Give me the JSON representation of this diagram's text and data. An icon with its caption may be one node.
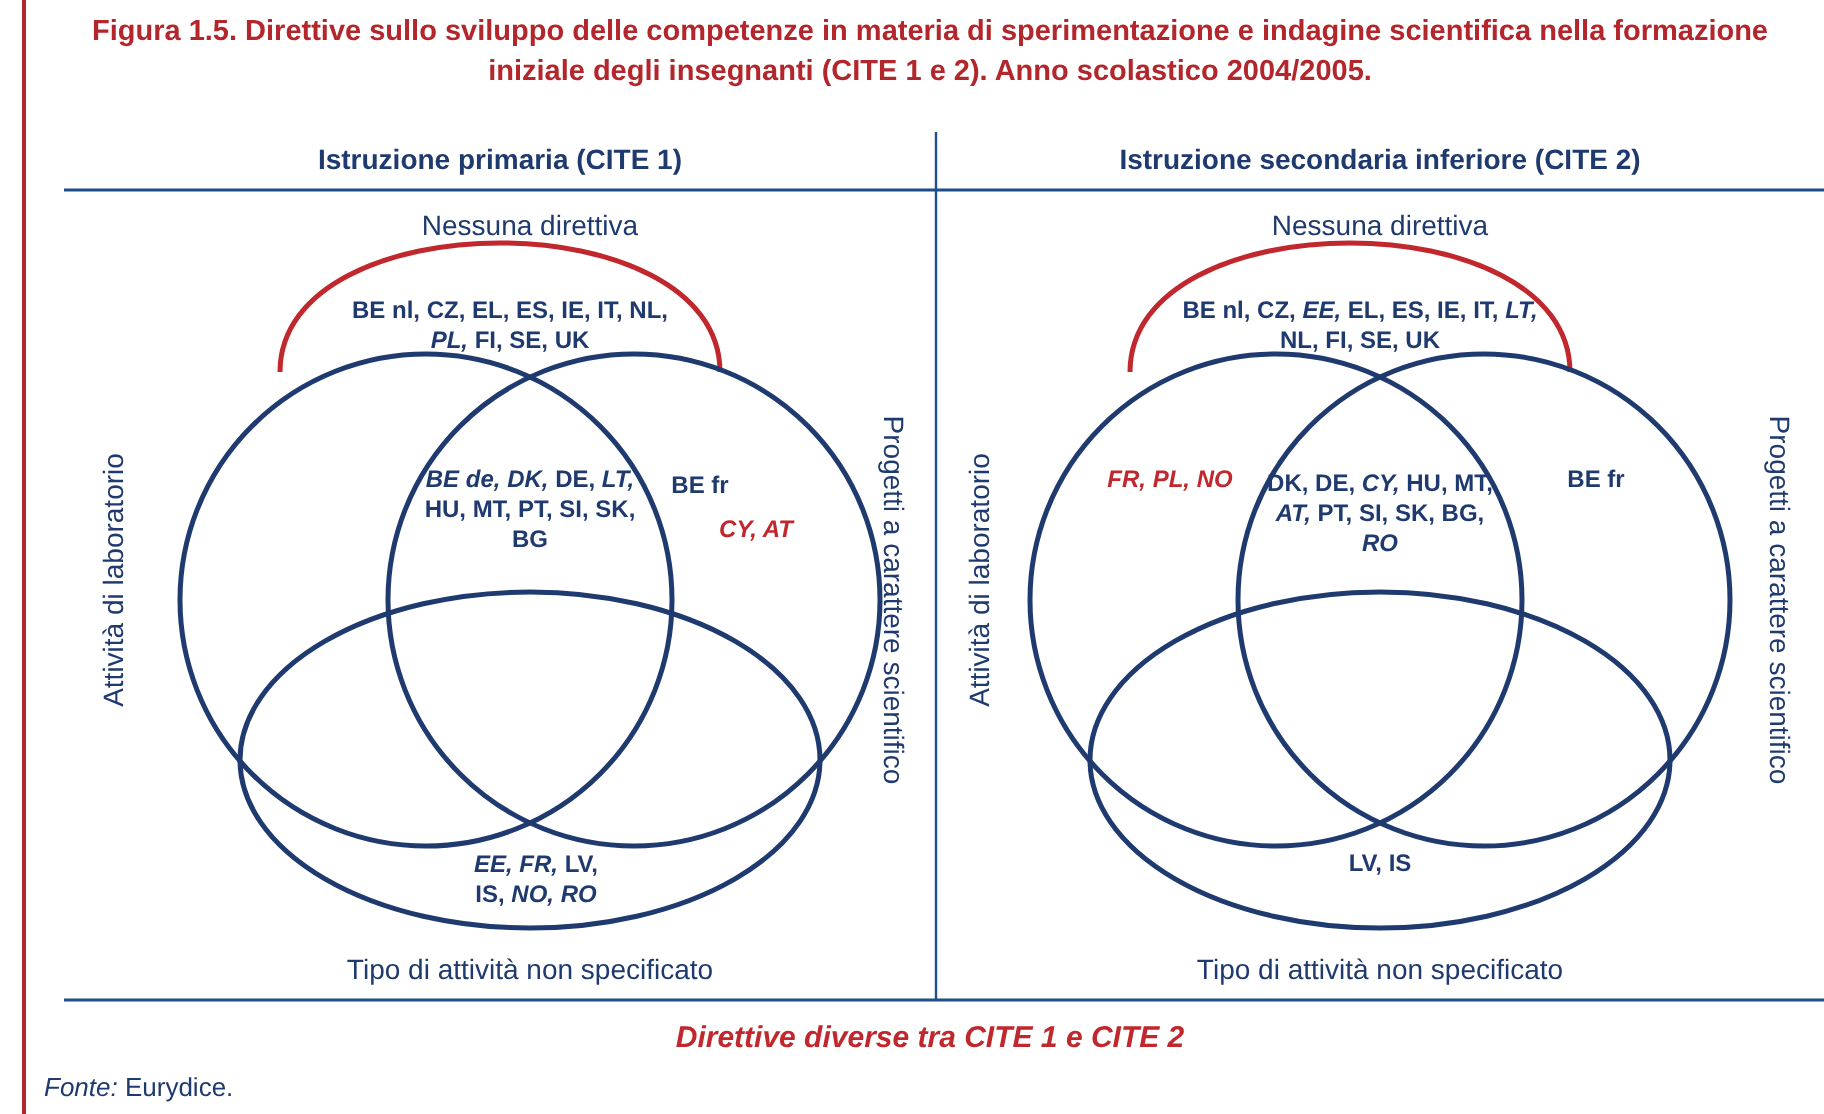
{
  "diagram": {
    "title": "Figura 1.5. Direttive sullo sviluppo delle competenze in materia di sperimentazione e indagine scientifica nella formazione iniziale degli insegnanti (CITE 1 e 2). Anno scolastico 2004/2005.",
    "caption": "*Fonte:* Eurydice.",
    "labels": [
      "Istruzione primaria (CITE 1)",
      "Istruzione secondaria inferiore (CITE 2)",
      "Nessuna direttiva",
      "BE nl, CZ, EL, ES, IE, IT, NL, *PL,* FI, SE, UK",
      "Attività di laboratorio",
      "*BE de,* *DK,* DE, *LT,* HU, MT, PT, SI, SK, BG",
      "BE fr",
      "CY, AT",
      "Progetti a carattere scientifico",
      "*EE, FR,* LV, IS, *NO, RO*",
      "Tipo di attività non specificato",
      "Nessuna direttiva",
      "BE nl, CZ, *EE,* EL, ES, IE, IT, *LT,* NL, FI, SE, UK",
      "Attività di laboratorio",
      "FR, PL, NO",
      "DK, DE, *CY,* HU, MT, *AT,* PT, SI, SK, BG, *RO*",
      "BE fr",
      "Progetti a carattere scientifico",
      "LV, IS",
      "Tipo di attività non specificato",
      "Direttive diverse tra CITE 1 e CITE 2"
    ]
  }
}
